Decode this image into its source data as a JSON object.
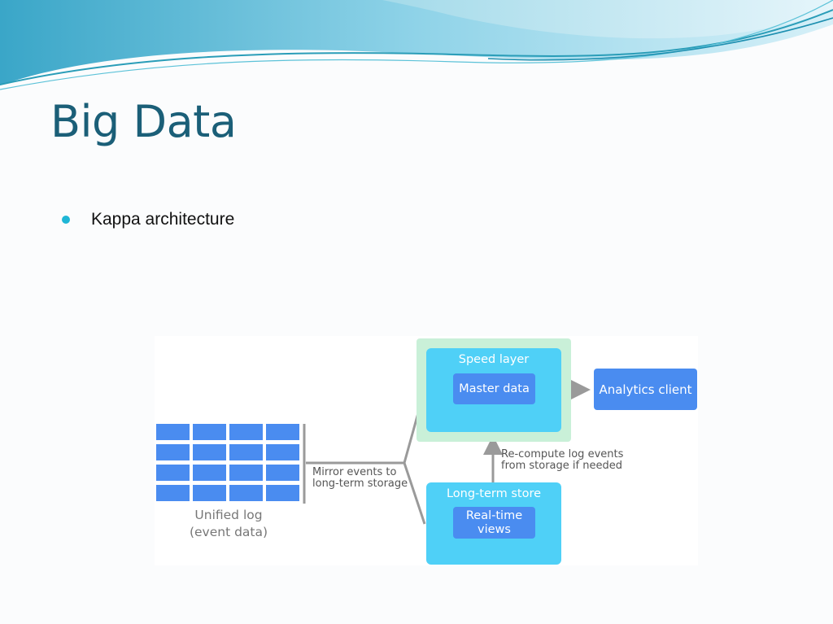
{
  "slide": {
    "title": "Big Data",
    "bullets": [
      "Kappa architecture"
    ]
  },
  "diagram": {
    "unified_log": {
      "line1": "Unified log",
      "line2": "(event data)"
    },
    "mirror_label": {
      "line1": "Mirror events to",
      "line2": "long-term storage"
    },
    "speed_layer": {
      "title": "Speed layer",
      "inner": "Master data"
    },
    "long_term_store": {
      "title": "Long-term store",
      "inner_line1": "Real-time",
      "inner_line2": "views"
    },
    "analytics_client": "Analytics client",
    "recompute_label": {
      "line1": "Re-compute log events",
      "line2": "from storage if needed"
    }
  },
  "colors": {
    "title": "#1b5f78",
    "bullet": "#1fb6d6",
    "box_light": "#4fd0f7",
    "box_dark": "#4a8cf0",
    "speed_highlight": "#c9f0d8"
  }
}
